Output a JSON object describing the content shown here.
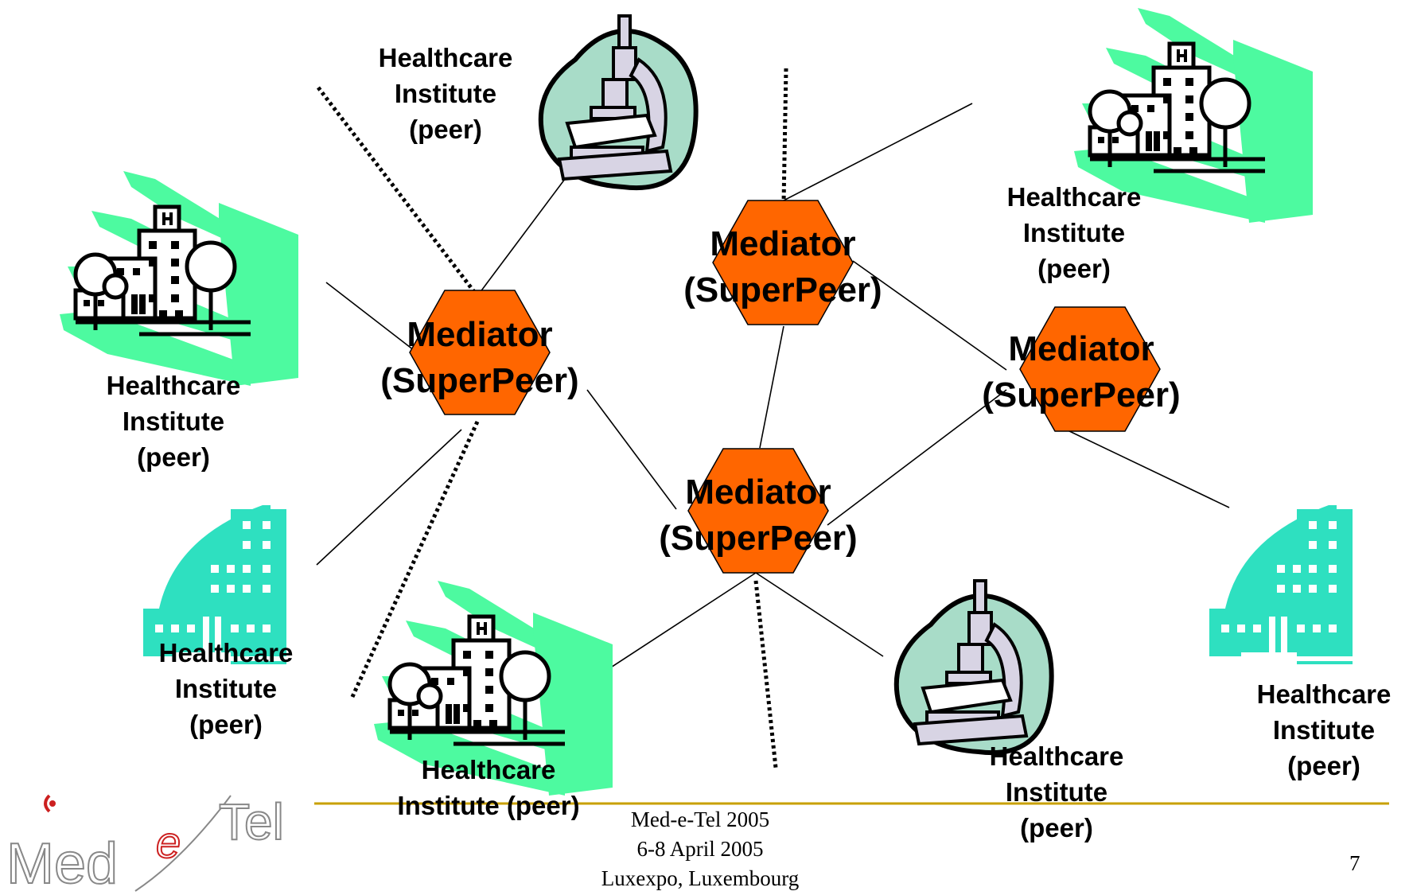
{
  "colors": {
    "mediator_fill": "#ff6600",
    "hospital_swoosh": "#4dfaa0",
    "clinic_fill": "#2ee0c0",
    "microscope_blob": "#a8dcc8",
    "footer_rule": "#c8a000",
    "logo_red": "#cc2020",
    "logo_gray": "#888888"
  },
  "mediators": [
    {
      "line1": "Mediator",
      "line2": "(SuperPeer)"
    },
    {
      "line1": "Mediator",
      "line2": "(SuperPeer)"
    },
    {
      "line1": "Mediator",
      "line2": "(SuperPeer)"
    },
    {
      "line1": "Mediator",
      "line2": "(SuperPeer)"
    }
  ],
  "peers": [
    {
      "lines": [
        "Healthcare",
        "Institute",
        "(peer)"
      ],
      "icon": "microscope-icon"
    },
    {
      "lines": [
        "Healthcare",
        "Institute",
        "(peer)"
      ],
      "icon": "hospital-icon"
    },
    {
      "lines": [
        "Healthcare",
        "Institute",
        "(peer)"
      ],
      "icon": "hospital-icon"
    },
    {
      "lines": [
        "Healthcare",
        "Institute",
        "(peer)"
      ],
      "icon": "clinic-building-icon"
    },
    {
      "lines": [
        "Healthcare",
        "Institute (peer)"
      ],
      "icon": "hospital-icon"
    },
    {
      "lines": [
        "Healthcare",
        "Institute",
        "(peer)"
      ],
      "icon": "microscope-icon"
    },
    {
      "lines": [
        "Healthcare",
        "Institute",
        "(peer)"
      ],
      "icon": "clinic-building-icon"
    }
  ],
  "footer": {
    "lines": [
      "Med-e-Tel 2005",
      "6-8 April 2005",
      "Luxexpo, Luxembourg"
    ],
    "page_number": "7"
  },
  "logo": {
    "text_left": "Med",
    "text_mid": "e",
    "text_right": "Tel"
  }
}
